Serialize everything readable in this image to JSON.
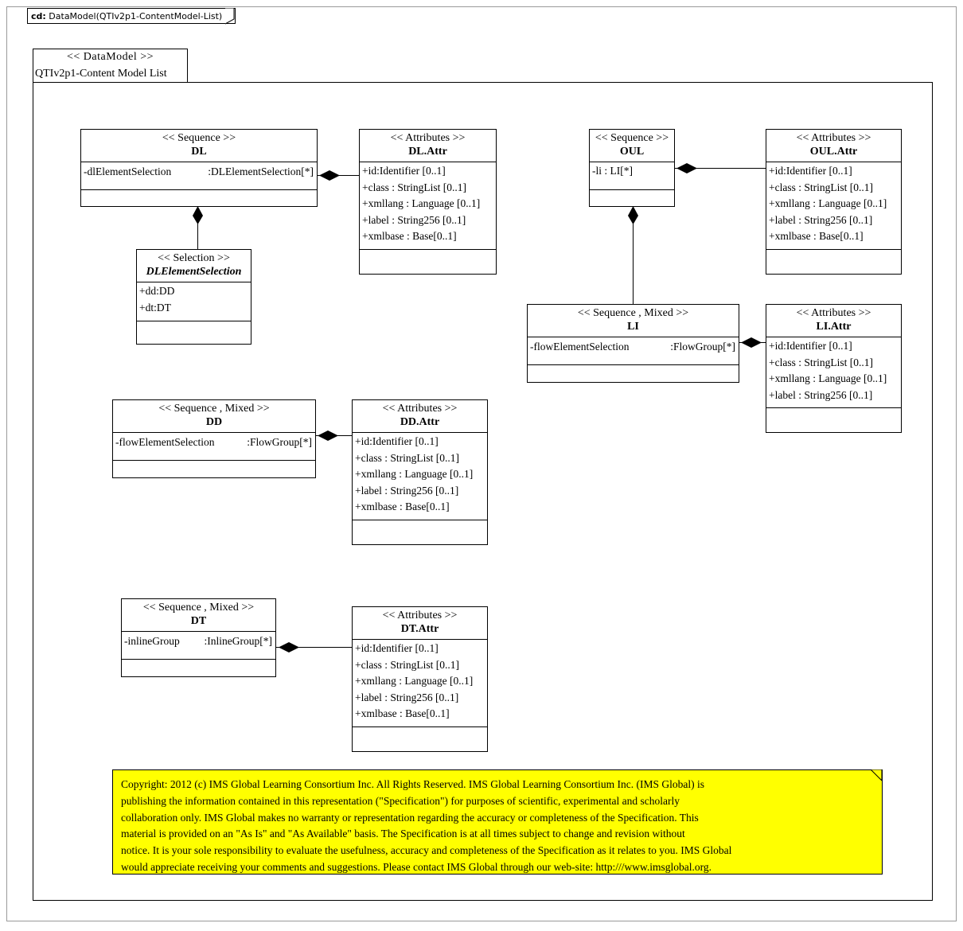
{
  "window": {
    "title_prefix": "cd:",
    "title": "DataModel(QTIv2p1-ContentModel-List)"
  },
  "package": {
    "stereotype": "<< DataModel >>",
    "name": "QTIv2p1-Content Model List"
  },
  "colors": {
    "note_background": "#ffff00",
    "line": "#000000",
    "box_background": "#ffffff",
    "frame_border": "#9a9a9a"
  },
  "classes": {
    "dl": {
      "stereotype": "<< Sequence >>",
      "name": "DL",
      "feature_name": "-dlElementSelection",
      "feature_type": ":DLElementSelection",
      "feature_mult": "[*]"
    },
    "dl_attr": {
      "stereotype": "<< Attributes  >>",
      "name": "DL.Attr",
      "attributes": [
        "+id:Identifier  [0..1]",
        "+class : StringList  [0..1]",
        "+xmllang  : Language  [0..1]",
        "+label : String256  [0..1]",
        "+xmlbase : Base[0..1]"
      ]
    },
    "dl_element_selection": {
      "stereotype": "<< Selection  >>",
      "name": "DLElementSelection",
      "attributes": [
        "+dd:DD",
        "+dt:DT"
      ]
    },
    "oul": {
      "stereotype": "<< Sequence >>",
      "name": "OUL",
      "feature_name": "-li : LI[*]"
    },
    "oul_attr": {
      "stereotype": "<< Attributes  >>",
      "name": "OUL.Attr",
      "attributes": [
        "+id:Identifier  [0..1]",
        "+class : StringList  [0..1]",
        "+xmllang  : Language  [0..1]",
        "+label : String256  [0..1]",
        "+xmlbase : Base[0..1]"
      ]
    },
    "li": {
      "stereotype": "<< Sequence , Mixed >>",
      "name": "LI",
      "feature_name": "-flowElementSelection",
      "feature_type": ":FlowGroup",
      "feature_mult": "[*]"
    },
    "li_attr": {
      "stereotype": "<< Attributes  >>",
      "name": "LI.Attr",
      "attributes": [
        "+id:Identifier  [0..1]",
        "+class : StringList  [0..1]",
        "+xmllang  : Language  [0..1]",
        "+label : String256  [0..1]"
      ]
    },
    "dd": {
      "stereotype": "<< Sequence , Mixed >>",
      "name": "DD",
      "feature_name": "-flowElementSelection",
      "feature_type": ":FlowGroup",
      "feature_mult": "[*]"
    },
    "dd_attr": {
      "stereotype": "<< Attributes  >>",
      "name": "DD.Attr",
      "attributes": [
        "+id:Identifier  [0..1]",
        "+class : StringList  [0..1]",
        "+xmllang  : Language  [0..1]",
        "+label : String256  [0..1]",
        "+xmlbase : Base[0..1]"
      ]
    },
    "dt": {
      "stereotype": "<< Sequence , Mixed >>",
      "name": "DT",
      "feature_name": "-inlineGroup",
      "feature_type": ":InlineGroup",
      "feature_mult": "[*]"
    },
    "dt_attr": {
      "stereotype": "<< Attributes  >>",
      "name": "DT.Attr",
      "attributes": [
        "+id:Identifier  [0..1]",
        "+class : StringList  [0..1]",
        "+xmllang  : Language  [0..1]",
        "+label : String256  [0..1]",
        "+xmlbase : Base[0..1]"
      ]
    }
  },
  "note": {
    "lines": [
      "Copyright: 2012 (c) IMS Global Learning Consortium Inc.  All Rights Reserved.  IMS Global Learning Consortium Inc. (IMS Global) is",
      "publishing the information contained in this representation (\"Specification\") for purposes of scientific, experimental and scholarly",
      "collaboration only.  IMS Global makes no warranty or representation regarding the accuracy or completeness of the Specification.  This",
      "material is provided on an \"As Is\" and \"As Available\" basis.  The Specification is at all times subject to change and revision without",
      "notice.  It is your sole responsibility to evaluate the usefulness, accuracy and completeness of the Specification as it relates to you.  IMS Global",
      "would appreciate receiving your comments and suggestions.  Please contact IMS Global through our web-site: http:///www.imsglobal.org."
    ]
  }
}
